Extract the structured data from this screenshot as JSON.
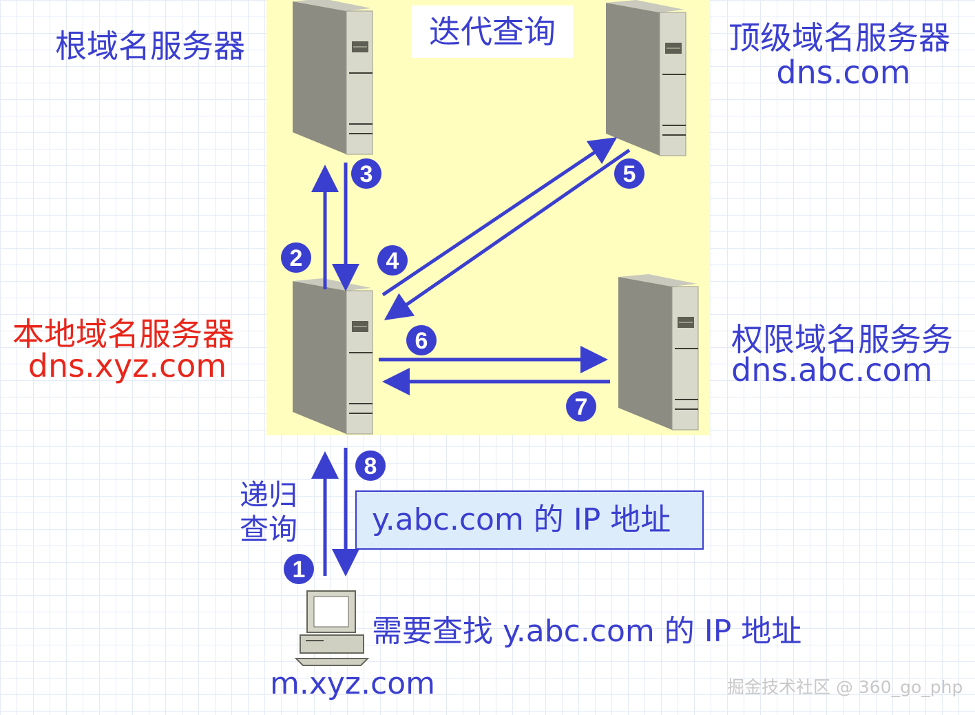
{
  "title": "迭代查询",
  "root_server": {
    "label": "根域名服务器"
  },
  "tld_server": {
    "label": "顶级域名服务器",
    "domain": "dns.com"
  },
  "local_server": {
    "label": "本地域名服务器",
    "domain": "dns.xyz.com"
  },
  "auth_server": {
    "label": "权限域名服务务",
    "domain": "dns.abc.com"
  },
  "recursive_label": {
    "line1": "递归",
    "line2": "查询"
  },
  "answer_text": "y.abc.com 的 IP 地址",
  "client": {
    "query": "需要查找 y.abc.com 的 IP 地址",
    "host": "m.xyz.com"
  },
  "steps": [
    "1",
    "2",
    "3",
    "4",
    "5",
    "6",
    "7",
    "8"
  ],
  "watermark": "掘金技术社区 @ 360_go_php",
  "colors": {
    "accent": "#3b3fcf",
    "local_label": "#e8261b",
    "panel": "#fffebf",
    "answer_box": "#dcecfb"
  }
}
